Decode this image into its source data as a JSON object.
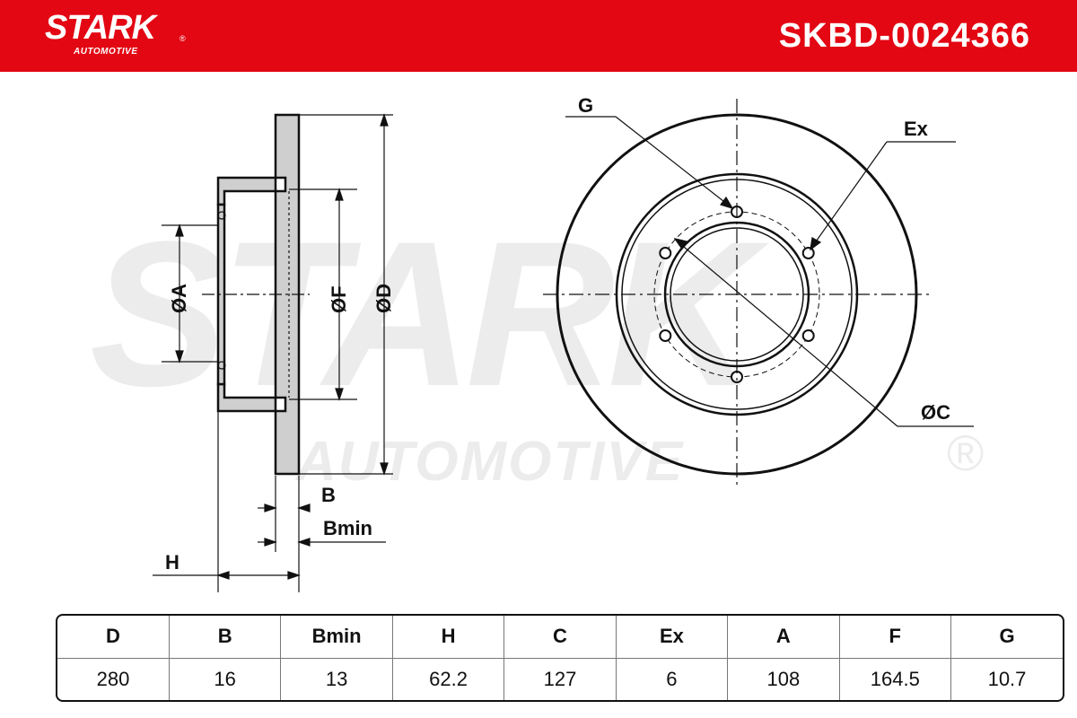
{
  "header": {
    "brand_name": "STARK",
    "brand_registered": "®",
    "brand_sub": "AUTOMOTIVE",
    "part_number": "SKBD-0024366",
    "background_color": "#e30613"
  },
  "watermark": {
    "main": "STARK",
    "sub": "AUTOMOTIVE",
    "registered": "®"
  },
  "drawing": {
    "labels": {
      "diameter_a": "ØA",
      "diameter_f": "ØF",
      "diameter_d": "ØD",
      "thickness_b": "B",
      "thickness_bmin": "Bmin",
      "height_h": "H",
      "hole_g": "G",
      "holes_ex": "Ex",
      "pitch_c": "ØC"
    },
    "bolt_hole_count": 6
  },
  "spec_table": {
    "headers": [
      "D",
      "B",
      "Bmin",
      "H",
      "C",
      "Ex",
      "A",
      "F",
      "G"
    ],
    "values": [
      "280",
      "16",
      "13",
      "62.2",
      "127",
      "6",
      "108",
      "164.5",
      "10.7"
    ]
  }
}
